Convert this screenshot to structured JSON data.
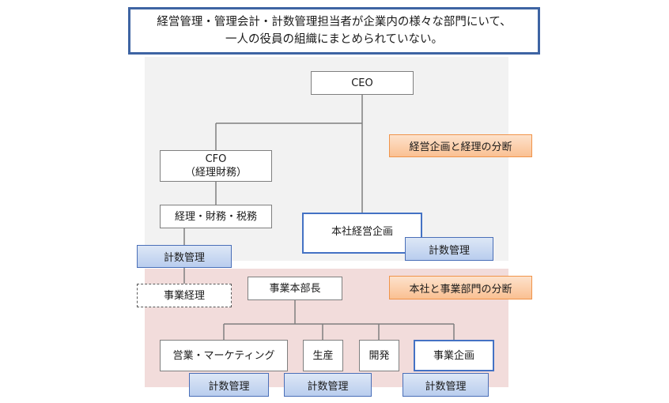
{
  "header": {
    "line1": "経営管理・管理会計・計数管理担当者が企業内の様々な部門にいて、",
    "line2": "一人の役員の組織にまとめられていない。"
  },
  "nodes": {
    "ceo": "CEO",
    "cfo_line1": "CFO",
    "cfo_line2": "（経理財務）",
    "accounting": "経理・財務・税務",
    "hq_planning": "本社経営企画",
    "business_accounting": "事業経理",
    "division_head": "事業本部長",
    "sales_marketing": "営業・マーケティング",
    "production": "生産",
    "development": "開発",
    "business_planning": "事業企画"
  },
  "tags": {
    "accounting_tag": "計数管理",
    "hq_tag": "計数管理",
    "sales_tag": "計数管理",
    "production_tag": "計数管理",
    "planning_tag": "計数管理"
  },
  "notes": {
    "top": "経営企画と経理の分断",
    "bottom": "本社と事業部門の分断"
  },
  "colors": {
    "frame_blue": "#4472c4",
    "note_orange": "#fac092",
    "band_gray": "#f2f2f2",
    "band_pink": "#f2dcdb"
  }
}
